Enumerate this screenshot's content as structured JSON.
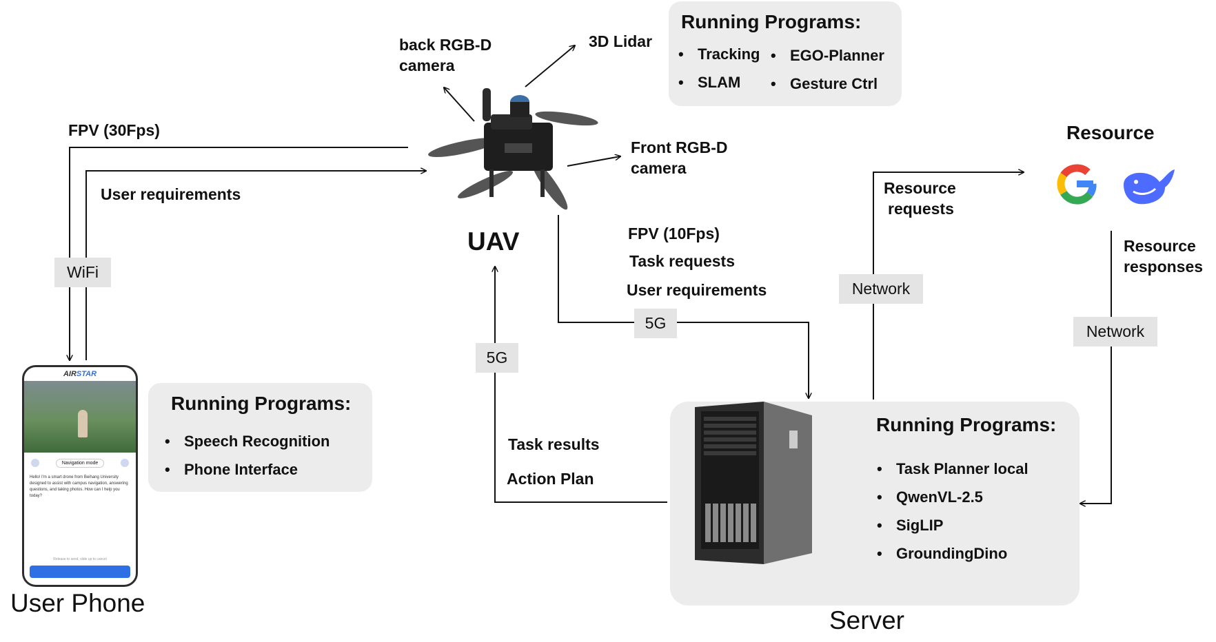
{
  "nodes": {
    "uav": "UAV",
    "phone": "User Phone",
    "server": "Server",
    "resource": "Resource"
  },
  "drone_labels": {
    "back_camera": [
      "back RGB-D",
      "camera"
    ],
    "lidar": "3D Lidar",
    "front_camera": [
      "Front RGB-D",
      "camera"
    ]
  },
  "edges": {
    "fpv30": "FPV (30Fps)",
    "user_req": "User requirements",
    "fpv10": "FPV (10Fps)",
    "task_req": "Task requests",
    "user_req2": "User requirements",
    "task_results": "Task results",
    "action_plan": "Action Plan",
    "resource_requests": [
      "Resource",
      "requests"
    ],
    "resource_responses": [
      "Resource",
      "responses"
    ]
  },
  "links": {
    "wifi": "WiFi",
    "g5_up": "5G",
    "g5_down": "5G",
    "network_req": "Network",
    "network_resp": "Network"
  },
  "uav_programs": {
    "title": "Running Programs:",
    "col1": [
      "Tracking",
      "SLAM"
    ],
    "col2": [
      "EGO-Planner",
      "Gesture Ctrl"
    ]
  },
  "phone_programs": {
    "title": "Running Programs:",
    "items": [
      "Speech Recognition",
      "Phone Interface"
    ]
  },
  "server_programs": {
    "title": "Running Programs:",
    "items": [
      "Task Planner local",
      "QwenVL-2.5",
      "SigLIP",
      "GroundingDino"
    ]
  },
  "phone_screen": {
    "brand_a": "AIR",
    "brand_b": "STAR",
    "mode": "Navigation mode",
    "message": "Hello! I'm a smart drone from Beihang University designed to assist with campus navigation, answering questions, and taking photos. How can I help you today?",
    "hint": "Release to send, slide up to cancel"
  },
  "colors": {
    "panel_bg": "#ececec",
    "tag_bg": "#e4e4e4",
    "phone_accent": "#2f6fe6",
    "google_blue": "#4285f4",
    "google_red": "#ea4335",
    "google_yellow": "#fbbc05",
    "google_green": "#34a853",
    "deepseek_blue": "#4d6bfe"
  },
  "icons": [
    "google-icon",
    "deepseek-whale-icon",
    "drone-icon",
    "server-tower-icon",
    "smartphone-icon"
  ]
}
